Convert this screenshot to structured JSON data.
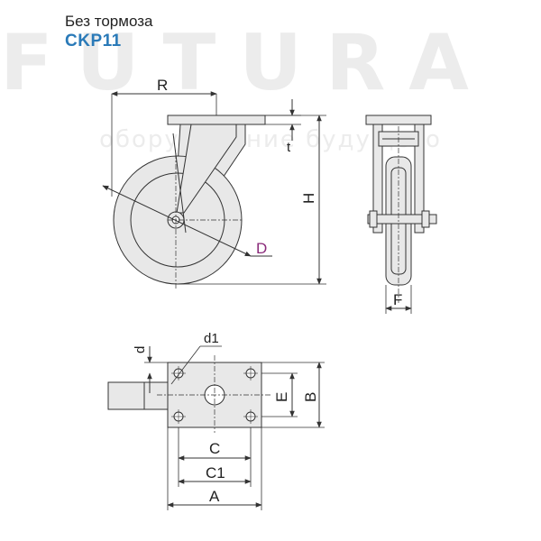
{
  "header": {
    "title": "Без тормоза",
    "model": "CKP11"
  },
  "watermark": {
    "brand": "FUTURA",
    "tagline": "оборудование будущего"
  },
  "labels": {
    "R": "R",
    "t": "t",
    "H": "H",
    "D": "D",
    "F": "F",
    "d1": "d1",
    "d": "d",
    "E": "E",
    "B": "B",
    "C": "C",
    "C1": "C1",
    "A": "A"
  },
  "colors": {
    "line": "#333333",
    "fill": "#e8e8e8",
    "model": "#2a7ab8",
    "dLabel": "#8a2a7a"
  }
}
